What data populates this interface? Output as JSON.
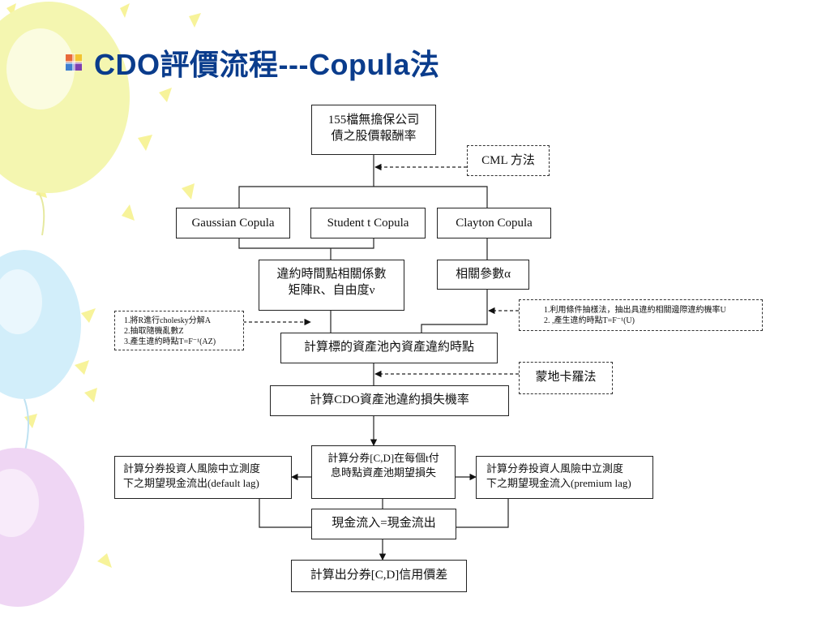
{
  "slide": {
    "title": "CDO評價流程---Copula法",
    "bullet_icon": "four-square-bullet-icon"
  },
  "nodes": {
    "bond_returns": "155檔無擔保公司\n債之股價報酬率",
    "cml_method": "CML 方法",
    "gaussian": "Gaussian Copula",
    "student_t": "Student t Copula",
    "clayton": "Clayton Copula",
    "default_corr": "違約時間點相關係數\n矩陣R、自由度ν",
    "corr_param": "相關參數α",
    "left_steps": "1.將R進行cholesky分解A\n2.抽取隨機亂數Z\n3.產生違約時點T=F⁻¹(AZ)",
    "right_steps": "1.利用條件抽樣法，抽出具違約相關邊際違約機率U\n2. ,產生違約時點T=F⁻¹(U)",
    "default_time": "計算標的資產池內資產違約時點",
    "monte_carlo": "蒙地卡羅法",
    "loss_prob": "計算CDO資產池違約損失機率",
    "expected_loss": "計算分券[C,D]在每個t付\n息時點資產池期望損失",
    "outflow": "計算分券投資人風險中立測度\n下之期望現金流出(default lag)",
    "inflow": "計算分券投資人風險中立測度\n下之期望現金流入(premium lag)",
    "balance": "現金流入=現金流出",
    "spread": "計算出分券[C,D]信用價差"
  },
  "colors": {
    "title": "#0a3c8c",
    "balloon_yellow": "#f4f6b0",
    "balloon_blue": "#d2eefa",
    "balloon_purple": "#efd6f4",
    "ray_yellow": "#f7f39a"
  }
}
